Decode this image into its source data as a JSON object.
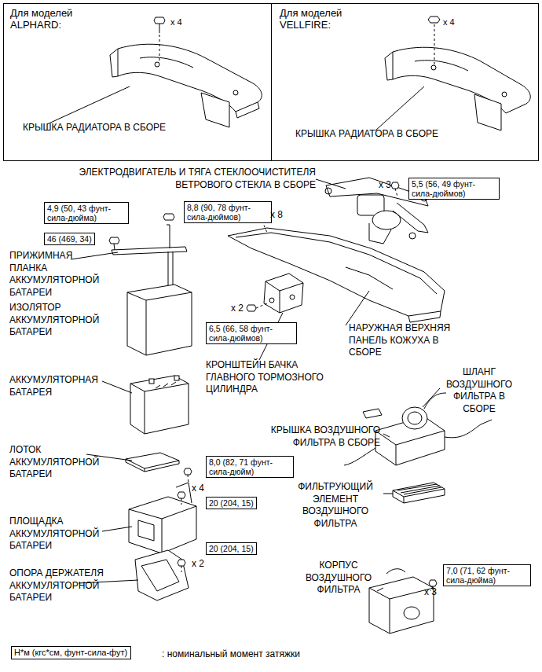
{
  "diagram": {
    "nodes": [
      {
        "text": [
          "Для моделей ALPHARD:",
          "x 4",
          "КРЫШКА РАДИАТОРА В СБОРЕ"
        ]
      },
      {
        "text": [
          "Для моделей VELLFIRE:",
          "x 4",
          "КРЫШКА РАДИАТОРА В СБОРЕ"
        ]
      },
      {
        "text": [
          "5,5 (56, 49 фунт- сила-дюймов)"
        ]
      },
      {
        "text": [
          "4,9 (50, 43 фунт- сила-дюйма)"
        ]
      },
      {
        "text": [
          "8,8 (90, 78 фунт- сила-дюймов)"
        ]
      },
      {
        "text": [
          "46 (469, 34)"
        ]
      },
      {
        "text": [
          "6,5 (66, 58 фунт- сила-дюймов)"
        ]
      },
      {
        "text": [
          "8,0 (82, 71 фунт- сила-дюйм)"
        ]
      },
      {
        "text": [
          "20 (204, 15)"
        ]
      },
      {
        "text": [
          "20 (204, 15)"
        ]
      },
      {
        "text": [
          "7,0 (71, 62 фунт- сила-дюйма)"
        ]
      },
      {
        "text": [
          "Н*м (кгс*см, фунт-сила-фут)"
        ]
      }
    ],
    "labels": [
      "ЭЛЕКТРОДВИГАТЕЛЬ И ТЯГА СТЕКЛООЧИСТИТЕЛЯ ВЕТРОВОГО СТЕКЛА В СБОРЕ",
      "x 3",
      "x 8",
      "ПРИЖИМНАЯ ПЛАНКА АККУМУЛЯТОРНОЙ БАТАРЕИ",
      "ИЗОЛЯТОР АККУМУЛЯТОРНОЙ БАТАРЕИ",
      "x 2",
      "НАРУЖНАЯ ВЕРХНЯЯ ПАНЕЛЬ КОЖУХА В СБОРЕ",
      "КРОНШТЕЙН БАЧКА ГЛАВНОГО ТОРМОЗНОГО ЦИЛИНДРА",
      "АККУМУЛЯТОРНАЯ БАТАРЕЯ",
      "ШЛАНГ ВОЗДУШНОГО ФИЛЬТРА В СБОРЕ",
      "КРЫШКА ВОЗДУШНОГО ФИЛЬТРА В СБОРЕ",
      "ЛОТОК АККУМУЛЯТОРНОЙ БАТАРЕИ",
      "x 4",
      "ФИЛЬТРУЮЩИЙ ЭЛЕМЕНТ ВОЗДУШНОГО ФИЛЬТРА",
      "ПЛОЩАДКА АККУМУЛЯТОРНОЙ БАТАРЕИ",
      "x 2",
      "x 3",
      "ОПОРА ДЕРЖАТЕЛЯ АККУМУЛЯТОРНОЙ БАТАРЕИ",
      "КОРПУС ВОЗДУШНОГО ФИЛЬТРА",
      ": номинальный момент затяжки"
    ]
  }
}
